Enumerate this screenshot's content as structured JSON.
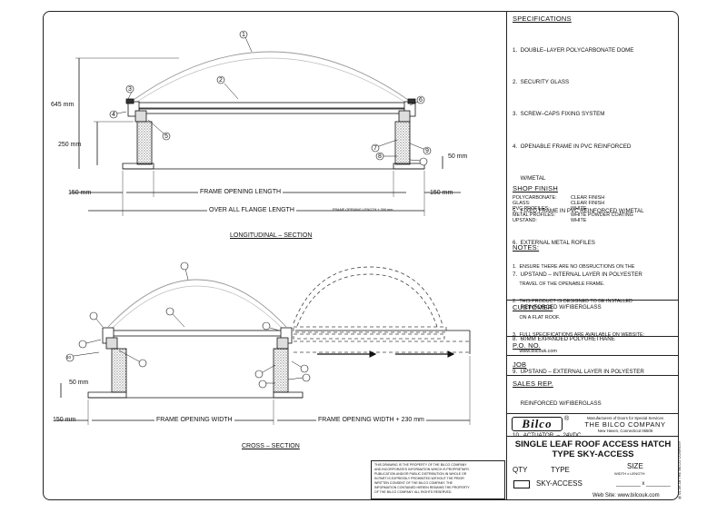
{
  "drawing": {
    "dim_height_total": "645 mm",
    "dim_upstand": "250 mm",
    "dim_flange": "50 mm",
    "dim_flange_2": "50 mm",
    "dim_left": "150 mm",
    "dim_right": "150 mm",
    "frame_opening_length": "FRAME OPENING LENGTH",
    "over_all_flange_length": "OVER ALL FLANGE LENGTH",
    "flange_formula": "FRAME OPENING LENGTH + 300 mm",
    "section_long": "LONGITUDINAL  –  SECTION",
    "dim_left_cross": "150 mm",
    "frame_opening_width": "FRAME OPENING WIDTH",
    "frame_opening_width_plus": "FRAME OPENING WIDTH + 230 mm",
    "section_cross": "CROSS  –  SECTION",
    "callouts": [
      "1",
      "2",
      "3",
      "4",
      "5",
      "6",
      "7",
      "8",
      "9",
      "10"
    ]
  },
  "specs": {
    "heading": "SPECIFICATIONS",
    "items": [
      "1.  DOUBLE–LAYER POLYCARBONATE DOME",
      "2.  SECURITY GLASS",
      "3.  SCREW–CAPS FIXING SYSTEM",
      "4.  OPENABLE FRAME IN PVC REINFORCED",
      "     W/METAL",
      "5.  FIXED FRAME IN PVC REINFORCED W/METAL",
      "6.  EXTERNAL METAL ROFILES",
      "7.  UPSTAND – INTERNAL LAYER IN POLYESTER",
      "     REINFORCED W/FIBERGLASS",
      "8.  60MM EXPANDED POLYURETHANE",
      "9.  UPSTAND – EXTERNAL LAYER IN POLYESTER",
      "     REINFORCED W/FIBERGLASS",
      "10.  ACTUATOR  –  24VDC"
    ]
  },
  "finish": {
    "heading": "SHOP FINISH",
    "rows": [
      [
        "POLYCARBONATE:",
        "CLEAR FINISH"
      ],
      [
        "GLASS:",
        "CLEAR FINISH"
      ],
      [
        "PVC PROFILES:",
        "WHITE"
      ],
      [
        "METAL PROFILES:",
        "WHITE POWDER COATING"
      ],
      [
        "UPSTAND:",
        "WHITE"
      ]
    ]
  },
  "notes": {
    "heading": "NOTES:",
    "items": [
      "1.  ENSURE THERE ARE NO OBSRUCTIONS ON THE",
      "     TRAVEL OF THE OPENABLE FRAME.",
      "2.  THIS PRODUCT IS DESIGNED TO BE INSTALLED",
      "     ON A FLAT ROOF.",
      "3.  FULL SPECIFICATIONS ARE AVAILABLE ON WEBSITE:",
      "     www.bilcouk.com"
    ]
  },
  "fields": {
    "customer": "CUSTOMER",
    "po": "P.O.  NO.",
    "job": "JOB",
    "sales": "SALES  REP."
  },
  "brand": {
    "logo": "Bilco",
    "tag": "Manufacturers of Doors for Special Services",
    "company": "THE  BILCO  COMPANY",
    "location": "New Haven, Connecticut 06505",
    "registered": "®"
  },
  "titleblock": {
    "line1": "SINGLE LEAF ROOF ACCESS HATCH",
    "line2": "TYPE SKY-ACCESS",
    "qty": "QTY",
    "type": "TYPE",
    "size": "SIZE",
    "size_sub": "WIDTH x LENGTH",
    "product": "SKY-ACCESS",
    "size_value": "________ x ________",
    "website": "Web  Site:  www.bilcouk.com",
    "side": "@ 01-06-18 THE BILCO COMPANY"
  },
  "disclaimer": [
    "THIS DRAWING IS THE PROPERTY OF THE BILCO COMPANY",
    "AND INCORPORATES INFORMATION WHICH IS PROPRIETARY.",
    "PUBLICATION AND/OR PUBLIC DISTRIBUTION IN WHOLE OR",
    "IN PART IS EXPRESSLY PROHIBITED WITHOUT THE PRIOR",
    "WRITTEN CONSENT OF THE BILCO COMPANY.  THE",
    "INFORMATION CONTAINED HEREIN REMAINS THE PROPERTY",
    "OF THE BILCO COMPANY.  ALL RIGHTS RESERVED."
  ]
}
